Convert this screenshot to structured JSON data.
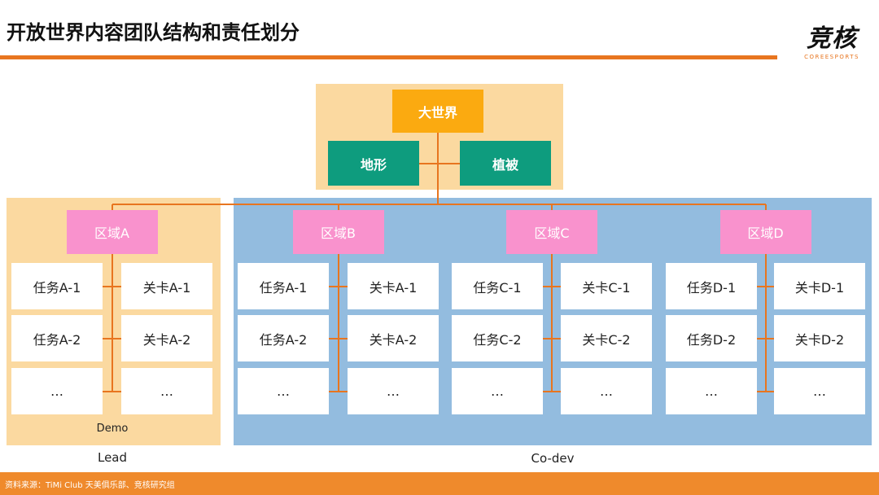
{
  "title": "开放世界内容团队结构和责任划分",
  "logo": {
    "name": "竞核",
    "sub": "COREESPORTS"
  },
  "colors": {
    "accent": "#e8751f",
    "beige": "#fbd9a0",
    "blue": "#93bcdf",
    "orange_box": "#fbaa10",
    "teal": "#0e9c7e",
    "pink": "#f992cd"
  },
  "top": {
    "root": "大世界",
    "children": [
      "地形",
      "植被"
    ]
  },
  "regions": [
    {
      "name": "区域A",
      "cells": [
        [
          "任务A-1",
          "关卡A-1"
        ],
        [
          "任务A-2",
          "关卡A-2"
        ],
        [
          "…",
          "…"
        ]
      ]
    },
    {
      "name": "区域B",
      "cells": [
        [
          "任务A-1",
          "关卡A-1"
        ],
        [
          "任务A-2",
          "关卡A-2"
        ],
        [
          "…",
          "…"
        ]
      ]
    },
    {
      "name": "区域C",
      "cells": [
        [
          "任务C-1",
          "关卡C-1"
        ],
        [
          "任务C-2",
          "关卡C-2"
        ],
        [
          "…",
          "…"
        ]
      ]
    },
    {
      "name": "区域D",
      "cells": [
        [
          "任务D-1",
          "关卡D-1"
        ],
        [
          "任务D-2",
          "关卡D-2"
        ],
        [
          "…",
          "…"
        ]
      ]
    }
  ],
  "labels": {
    "demo": "Demo",
    "lead": "Lead",
    "codev": "Co-dev"
  },
  "footer": "资料来源：TiMi Club 天美俱乐部、竞核研究组"
}
